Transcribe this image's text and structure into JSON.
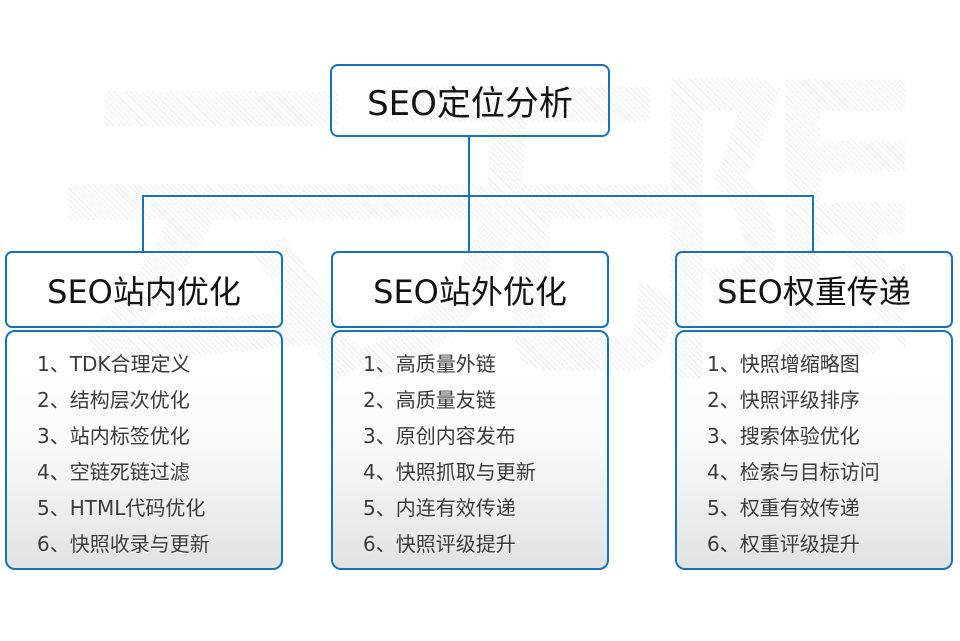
{
  "watermark": {
    "text": "云无限"
  },
  "colors": {
    "accent": "#1473bd",
    "text": "#3a3a3a",
    "panel_bottom": "#e2e2e2"
  },
  "root_box": {
    "title": "SEO定位分析"
  },
  "columns": [
    {
      "title": "SEO站内优化",
      "items": [
        "1、TDK合理定义",
        "2、结构层次优化",
        "3、站内标签优化",
        "4、空链死链过滤",
        "5、HTML代码优化",
        "6、快照收录与更新"
      ]
    },
    {
      "title": "SEO站外优化",
      "items": [
        "1、高质量外链",
        "2、高质量友链",
        "3、原创内容发布",
        "4、快照抓取与更新",
        "5、内连有效传递",
        "6、快照评级提升"
      ]
    },
    {
      "title": "SEO权重传递",
      "items": [
        "1、快照增缩略图",
        "2、快照评级排序",
        "3、搜索体验优化",
        "4、检索与目标访问",
        "5、权重有效传递",
        "6、权重评级提升"
      ]
    }
  ]
}
